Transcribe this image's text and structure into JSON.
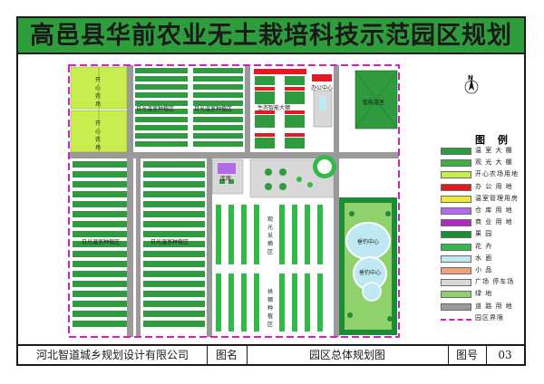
{
  "title": "高邑县华前农业无土栽培科技示范园区规划",
  "colors": {
    "title_bg": "#2e9e3c",
    "greenhouse": "#2f9a3e",
    "sightseeing": "#3fae45",
    "open_field": "#c9ec4f",
    "office": "#e01b24",
    "mgmt_room": "#f2e933",
    "warehouse": "#b26ae8",
    "commercial": "#b426c6",
    "orchard": "#1e8c35",
    "flower": "#33b84a",
    "water": "#bfe8f5",
    "small_item": "#f2a17c",
    "plaza": "#d8d8d8",
    "green_space": "#8fd16a",
    "road": "#9a9a9a",
    "boundary": "#d61fc4"
  },
  "map_labels": {
    "open_field_1": "开心农场",
    "open_field_2": "开心农场",
    "greenhouse_area": "日光温室种植区",
    "sightseeing_area": "生态智能大棚",
    "office_center": "办公中心",
    "smart_greenhouse": "智能温室",
    "warehouse": "库房",
    "veg_area": "观光采摘区",
    "shed_area": "拱棚种植区",
    "fishing_1": "垂钓中心",
    "fishing_2": "垂钓中心"
  },
  "compass": {
    "label": "N"
  },
  "legend": {
    "title": "图 例",
    "items": [
      {
        "label": "温 室 大 棚",
        "color": "#2f9a3e",
        "style": "solid"
      },
      {
        "label": "观 光 大 棚",
        "color": "#3fae45",
        "style": "solid"
      },
      {
        "label": "开心农场用地",
        "color": "#c9ec4f",
        "style": "solid"
      },
      {
        "label": "办 公 用 地",
        "color": "#e01b24",
        "style": "solid"
      },
      {
        "label": "温室管理用房",
        "color": "#f2e933",
        "style": "solid"
      },
      {
        "label": "仓 库 用 地",
        "color": "#b26ae8",
        "style": "solid"
      },
      {
        "label": "商 业 用 地",
        "color": "#b426c6",
        "style": "solid"
      },
      {
        "label": "果        园",
        "color": "#1e8c35",
        "style": "solid"
      },
      {
        "label": "花        卉",
        "color": "#33b84a",
        "style": "solid"
      },
      {
        "label": "水        面",
        "color": "#bfe8f5",
        "style": "solid"
      },
      {
        "label": "小        品",
        "color": "#f2a17c",
        "style": "solid"
      },
      {
        "label": "广场 停车场",
        "color": "#d8d8d8",
        "style": "solid"
      },
      {
        "label": "绿        地",
        "color": "#8fd16a",
        "style": "solid"
      },
      {
        "label": "道 路 用 地",
        "color": "#9a9a9a",
        "style": "solid"
      },
      {
        "label": "园区界限",
        "color": "#d61fc4",
        "style": "dashed"
      }
    ]
  },
  "footer": {
    "company": "河北智道城乡规划设计有限公司",
    "name_label": "图名",
    "name_value": "园区总体规划图",
    "number_label": "图号",
    "number_value": "03"
  }
}
